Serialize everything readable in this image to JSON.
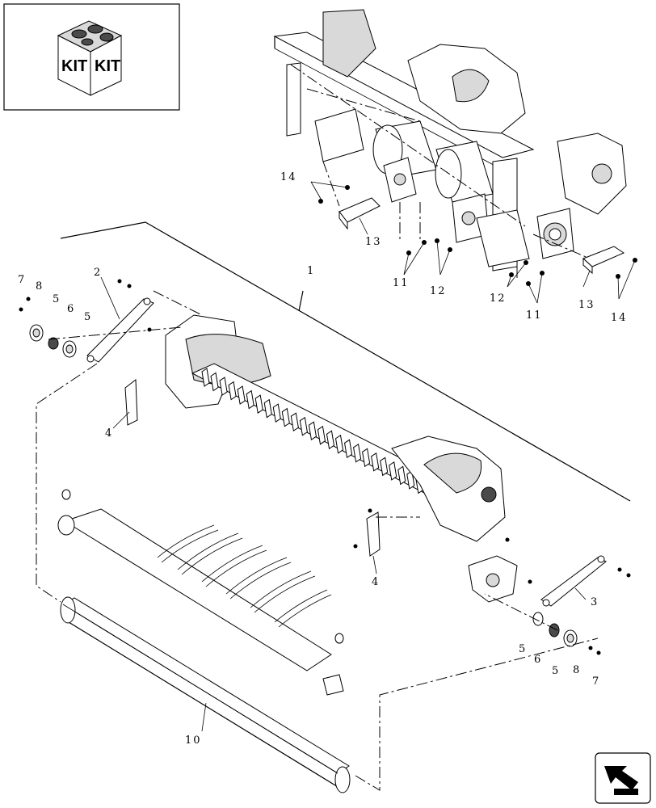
{
  "kit_badge": {
    "face_left": "KIT",
    "face_right": "KIT",
    "icon": "kit-box-icon"
  },
  "callouts": {
    "c1": "1",
    "c2": "2",
    "c3": "3",
    "c4a": "4",
    "c4b": "4",
    "c5a": "5",
    "c5b": "5",
    "c5c": "5",
    "c5d": "5",
    "c6a": "6",
    "c6b": "6",
    "c7a": "7",
    "c7b": "7",
    "c8a": "8",
    "c8b": "8",
    "c10": "10",
    "c11a": "11",
    "c11b": "11",
    "c12a": "12",
    "c12b": "12",
    "c13a": "13",
    "c13b": "13",
    "c14a": "14",
    "c14b": "14"
  },
  "nav": {
    "icon": "next-page-arrow-icon"
  }
}
